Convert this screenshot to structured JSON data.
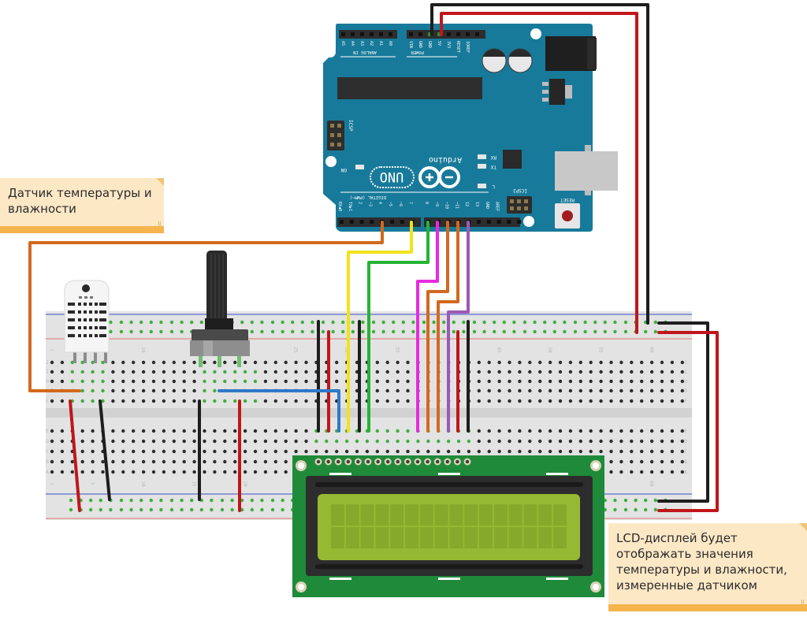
{
  "annotations": {
    "sensor_note": [
      "Датчик температуры и",
      "влажности"
    ],
    "lcd_note": [
      "LCD-дисплей будет",
      "отображать значения",
      "температуры и влажности,",
      "измеренные датчиком"
    ]
  },
  "arduino": {
    "model": "UNO",
    "brand": "Arduino",
    "trademark": "™",
    "power_header_labels": [
      "IOREF",
      "RESET",
      "3V3",
      "5V",
      "GND",
      "GND",
      "VIN"
    ],
    "power_section_label": "POWER",
    "analog_header_labels": [
      "A0",
      "A1",
      "A2",
      "A3",
      "A4",
      "A5"
    ],
    "analog_section_label": "ANALOG IN",
    "digital_header_labels": [
      "AREF",
      "GND",
      "13",
      "12",
      "~11",
      "~10",
      "~9",
      "8",
      "7",
      "~6",
      "~5",
      "4",
      "~3",
      "2",
      "TX▶1",
      "RX◀0"
    ],
    "digital_section_label": "DIGITAL (PWM~)",
    "icsp_label": "ICSP",
    "icsp2_label": "ICSP2",
    "reset_label": "RESET",
    "led_labels": {
      "on": "ON",
      "tx": "TX",
      "rx": "RX",
      "l": "L"
    }
  },
  "breadboard": {
    "row_labels_top": [
      "J",
      "I",
      "H",
      "G",
      "F"
    ],
    "row_labels_bottom": [
      "E",
      "D",
      "C",
      "B",
      "A"
    ],
    "column_numbers": [
      "1",
      "5",
      "10",
      "15",
      "20",
      "25",
      "30",
      "35",
      "40",
      "45",
      "50",
      "55",
      "60"
    ]
  },
  "wires": [
    {
      "name": "sensor-data",
      "color": "#d2691e",
      "from": "Arduino D4",
      "to": "DHT data pin"
    },
    {
      "name": "lcd-rs",
      "color": "#f2e21b",
      "from": "Arduino D7",
      "to": "LCD"
    },
    {
      "name": "lcd-en",
      "color": "#25b434",
      "from": "Arduino D8",
      "to": "LCD"
    },
    {
      "name": "lcd-d4",
      "color": "#e82ae0",
      "from": "Arduino D9",
      "to": "LCD"
    },
    {
      "name": "lcd-d5",
      "color": "#d2691e",
      "from": "Arduino D10",
      "to": "LCD"
    },
    {
      "name": "lcd-d6",
      "color": "#d2691e",
      "from": "Arduino D11",
      "to": "LCD"
    },
    {
      "name": "lcd-d7",
      "color": "#9b59b6",
      "from": "Arduino D12",
      "to": "LCD"
    },
    {
      "name": "power-5v",
      "color": "#c0161b",
      "from": "Arduino 5V",
      "to": "breadboard + rail"
    },
    {
      "name": "power-gnd",
      "color": "#1e1e1e",
      "from": "Arduino GND",
      "to": "breadboard - rail"
    },
    {
      "name": "pot-wiper",
      "color": "#2f78c8",
      "from": "Potentiometer",
      "to": "LCD V0"
    }
  ],
  "colors": {
    "arduino_board": "#187a9a",
    "breadboard": "#e3e3e3",
    "lcd_pcb": "#1f8a3a",
    "lcd_screen": "#95b932",
    "note_bg": "#fde8c6",
    "note_bar": "#f6b44c"
  }
}
